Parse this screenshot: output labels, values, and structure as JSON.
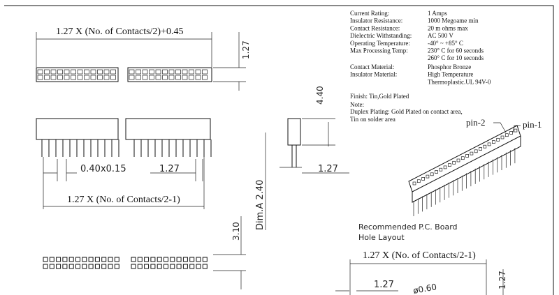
{
  "dimensions": {
    "top_width": "1.27 X (No. of Contacts/2)+0.45",
    "top_height": "1.27",
    "side_height": "4.40",
    "pin_size": "0.40x0.15",
    "pitch": "1.27",
    "side_pitch": "1.27",
    "pin_span": "1.27 X (No. of Contacts/2-1)",
    "dim_a": "Dim.A 2.40",
    "bottom_height": "3.10",
    "pcb_width": "1.27 X (No. of Contacts/2-1)",
    "pcb_pitch": "1.27",
    "pcb_hole": "ø0.60",
    "pcb_row_pitch": "1.27"
  },
  "specs": [
    {
      "label": "Current Rating:",
      "value": "1 Amps"
    },
    {
      "label": "Insulator Resistance:",
      "value": "1000 Megoame min"
    },
    {
      "label": "Contact Resistance:",
      "value": "20 m ohms max"
    },
    {
      "label": "Dielectric Withstanding:",
      "value": "AC 500 V"
    },
    {
      "label": "Operating Temperature:",
      "value": "-40° ~ +85° C"
    },
    {
      "label": "Max Processing Temp:",
      "value": "230° C for 60 seconds"
    },
    {
      "label": "",
      "value": "260° C for 10 seconds"
    },
    {
      "label": "Contact Material:",
      "value": "Phosphor Bronze"
    },
    {
      "label": "Insulator Material:",
      "value": "High Temperature"
    },
    {
      "label": "",
      "value": "Thermoplastic.UL 94V-0"
    }
  ],
  "finish": "Finish: Tin,Gold Plated",
  "note_title": "Note:",
  "note_lines": [
    "Duplex Plating: Gold Plated on contact area,",
    "Tin on solder area"
  ],
  "pin_labels": {
    "pin2": "pin-2",
    "pin1": "pin-1"
  },
  "pcb_title": [
    "Recommended P.C. Board",
    "Hole Layout"
  ]
}
